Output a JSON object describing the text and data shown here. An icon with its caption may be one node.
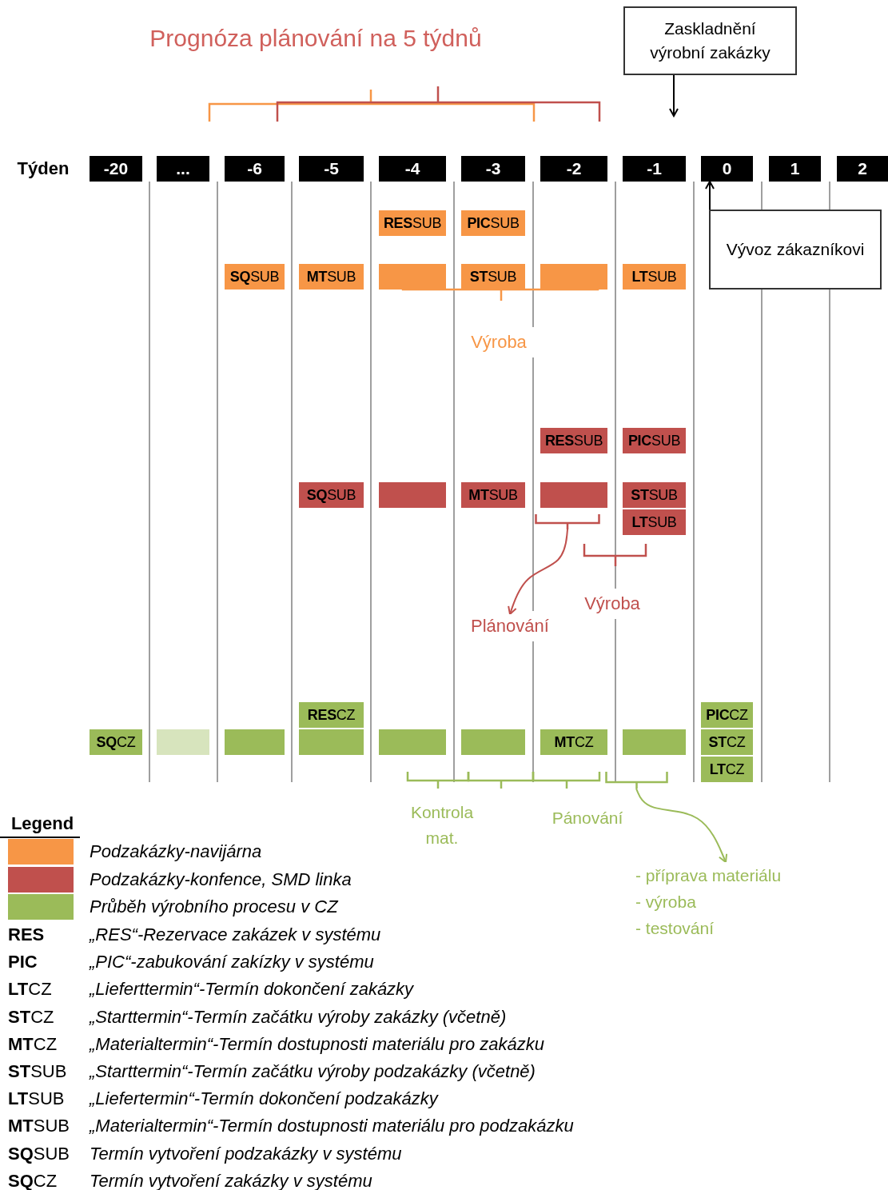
{
  "diagram": {
    "title": "Prognóza plánování na 5 týdnů",
    "nodes": [
      {
        "text": [
          "Zaskladnění výrobní zakázky"
        ]
      },
      {
        "text": [
          "-20"
        ]
      },
      {
        "text": [
          "..."
        ]
      },
      {
        "text": [
          "-6"
        ]
      },
      {
        "text": [
          "-5"
        ]
      },
      {
        "text": [
          "-4"
        ]
      },
      {
        "text": [
          "-3"
        ]
      },
      {
        "text": [
          "-2"
        ]
      },
      {
        "text": [
          "-1"
        ]
      },
      {
        "text": [
          "0"
        ]
      },
      {
        "text": [
          "1"
        ]
      },
      {
        "text": [
          "2"
        ]
      },
      {
        "text": [
          "**RES**SUB"
        ]
      },
      {
        "text": [
          "**PIC**SUB"
        ]
      },
      {
        "text": [
          "Vývoz zákazníkovi"
        ]
      },
      {
        "text": [
          "**SQ**SUB"
        ]
      },
      {
        "text": [
          "**MT**SUB"
        ]
      },
      {
        "text": [],
        "shape": "bar"
      },
      {
        "text": [
          "**ST**SUB"
        ]
      },
      {
        "text": [],
        "shape": "bar"
      },
      {
        "text": [
          "**LT**SUB"
        ]
      },
      {
        "text": [
          "**RES**SUB"
        ]
      },
      {
        "text": [
          "**PIC**SUB"
        ]
      },
      {
        "text": [
          "**SQ**SUB"
        ]
      },
      {
        "text": [],
        "shape": "bar"
      },
      {
        "text": [
          "**MT**SUB"
        ]
      },
      {
        "text": [],
        "shape": "bar"
      },
      {
        "text": [
          "**ST**SUB"
        ]
      },
      {
        "text": [
          "**LT**SUB"
        ]
      },
      {
        "text": [
          "Plánování"
        ]
      },
      {
        "text": [
          "**RES**CZ"
        ]
      },
      {
        "text": [
          "**PIC**CZ"
        ]
      },
      {
        "text": [
          "**SQ**CZ"
        ]
      },
      {
        "text": [],
        "shape": "bar"
      },
      {
        "text": [],
        "shape": "bar"
      },
      {
        "text": [],
        "shape": "bar"
      },
      {
        "text": [],
        "shape": "bar"
      },
      {
        "text": [],
        "shape": "bar"
      },
      {
        "text": [
          "**MT**CZ"
        ]
      },
      {
        "text": [],
        "shape": "bar"
      },
      {
        "text": [
          "**ST**CZ"
        ]
      },
      {
        "text": [
          "**LT**CZ"
        ]
      },
      {
        "text": [
          "- příprava materiálu",
          "- výroba",
          "- testování"
        ]
      },
      {
        "text": [],
        "shape": "bracket"
      },
      {
        "text": [],
        "shape": "bracket"
      }
    ],
    "edges": [
      {
        "from": 0,
        "to": null,
        "arrow": "to"
      },
      {
        "from": 14,
        "to": 9,
        "arrow": "to"
      },
      {
        "from": 43,
        "to": 29,
        "arrow": "to",
        "color": "#c0504d"
      },
      {
        "from": 44,
        "to": 42,
        "arrow": "to",
        "color": "#9bbb59"
      }
    ],
    "labels": [
      "Týden",
      "Výroba",
      "Výroba",
      "Kontrola mat.",
      "Pánování",
      "Legend",
      "RES",
      "„RES“-Rezervace zakázek v systému",
      "PIC",
      "„PIC“-zabukování zakízky v systému",
      "**LT**CZ",
      "„Lieferttermin“-Termín dokončení zakázky",
      "**ST**CZ",
      "„Starttermin“-Termín začátku výroby zakázky (včetně)",
      "**MT**CZ",
      "„Materialtermin“-Termín dostupnosti materiálu pro zakázku",
      "**ST**SUB",
      "„Starttermin“-Termín začátku výroby podzakázky (včetně)",
      "**LT**SUB",
      "„Liefertermin“-Termín dokončení podzakázky",
      "**MT**SUB",
      "„Materialtermin“-Termín dostupnosti materiálu pro podzakázku",
      "**SQ**SUB",
      "Termín vytvoření podzakázky v systému",
      "**SQ**CZ",
      "Termín vytvoření zakázky v systému"
    ],
    "legend": [
      {
        "text": "Podzakázky-navijárna",
        "color": "#f79646"
      },
      {
        "text": "Podzakázky-konfence, SMD linka",
        "color": "#c0504d"
      },
      {
        "text": "Průběh výrobního procesu v CZ",
        "color": "#9bbb59"
      }
    ]
  }
}
